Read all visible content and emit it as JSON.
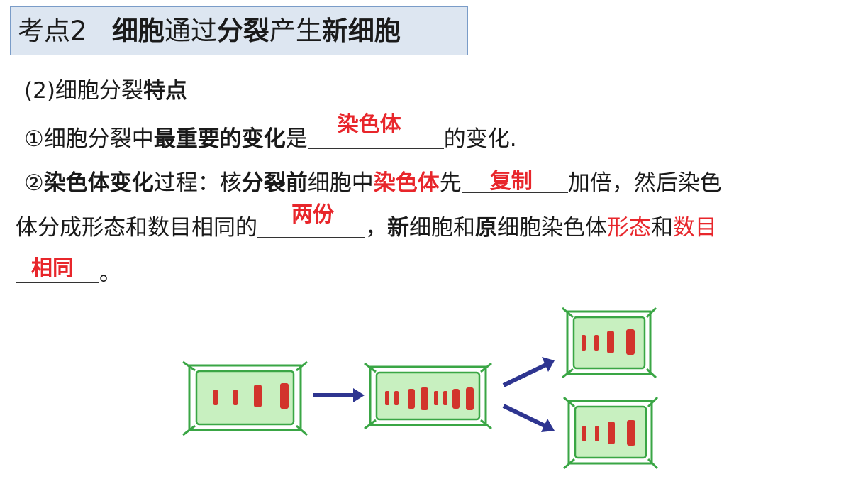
{
  "title": {
    "prefix": "考点2",
    "w1": "细胞",
    "w2": "通过",
    "w3": "分裂",
    "w4": "产生",
    "w5": "新细胞"
  },
  "section": {
    "a": "(2)细胞分裂",
    "b": "特点"
  },
  "point1": {
    "a": "①细胞分裂中",
    "b": "最重要的变化",
    "c": "是",
    "answer": "染色体",
    "d": "的变化."
  },
  "point2": {
    "a": "②",
    "b": "染色体变化",
    "c": "过程：核",
    "d": "分裂前",
    "e": "细胞中",
    "f": "染色体",
    "g": "先",
    "answer1": "复制",
    "h": "加倍，然后染色",
    "i": "体分成形态和数目相同的",
    "answer2": "两份",
    "j": "，",
    "k": "新",
    "l": "细胞和",
    "m": "原",
    "n": "细胞染色体",
    "o": "形态",
    "p": "和",
    "q": "数目",
    "answer3": "相同",
    "r": "。"
  },
  "colors": {
    "cell_fill": "#c8f0c0",
    "cell_wall": "#3aa645",
    "chromosome": "#d2342c",
    "arrow": "#2e3590",
    "answer": "#e8262b"
  }
}
